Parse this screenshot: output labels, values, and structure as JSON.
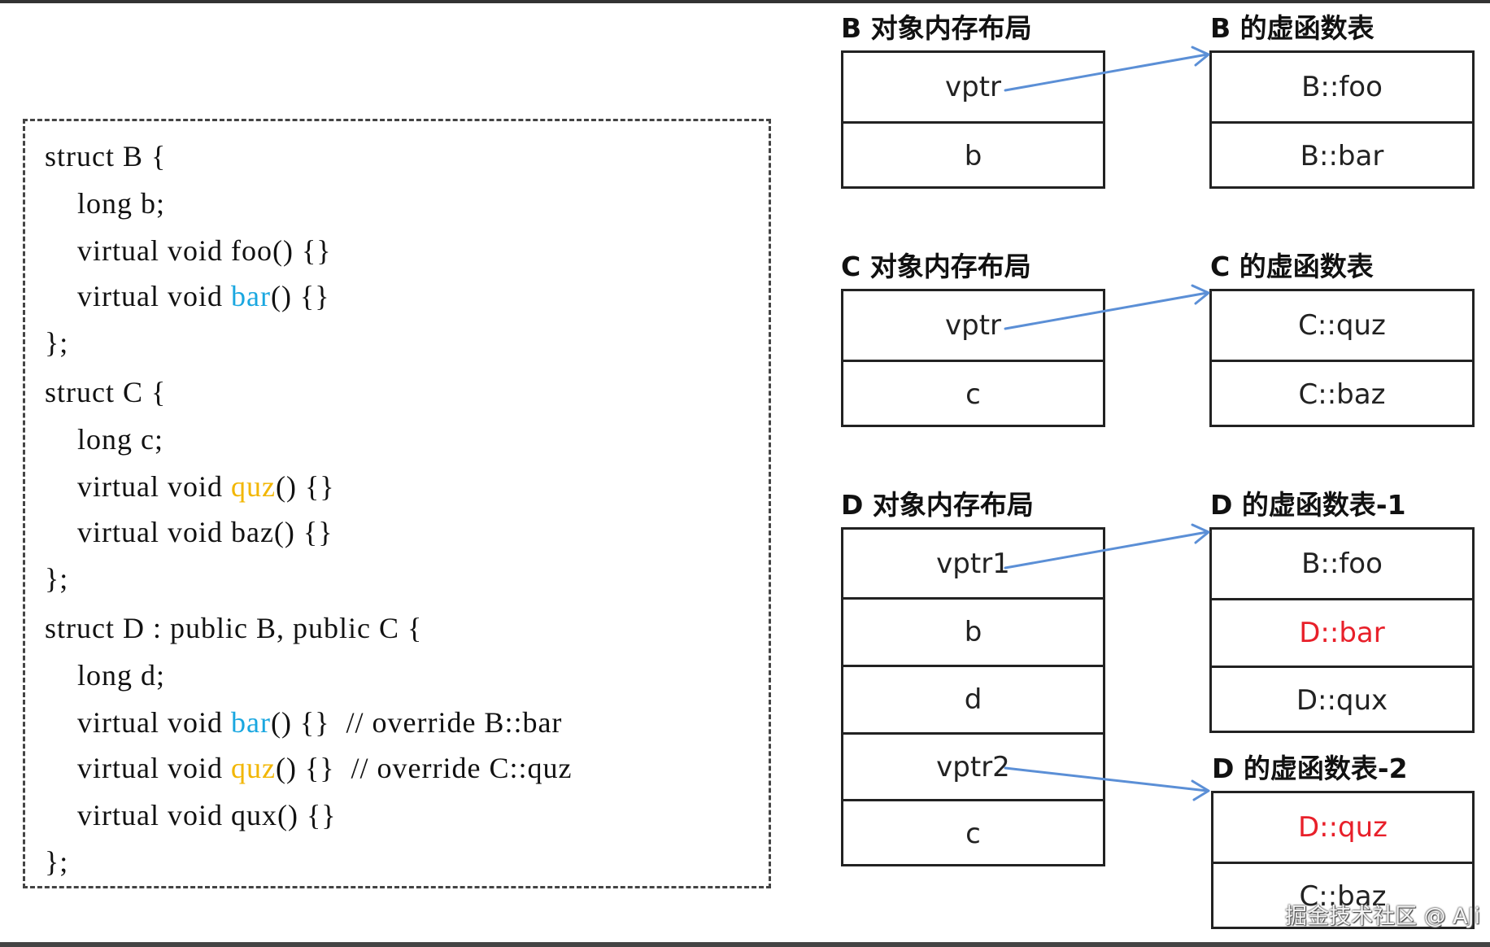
{
  "code": {
    "lines": [
      {
        "text": "struct B {"
      },
      {
        "text": "    long b;"
      },
      {
        "text": "    virtual void foo() {}"
      },
      {
        "pre": "    virtual void ",
        "hl": "bar",
        "post": "() {}",
        "color": "#1aa7e0"
      },
      {
        "text": "};"
      },
      {
        "text": "struct C {"
      },
      {
        "text": "    long c;"
      },
      {
        "pre": "    virtual void ",
        "hl": "quz",
        "post": "() {}",
        "color": "#f2b600"
      },
      {
        "text": "    virtual void baz() {}"
      },
      {
        "text": "};"
      },
      {
        "text": "struct D : public B, public C {"
      },
      {
        "text": "    long d;"
      },
      {
        "pre": "    virtual void ",
        "hl": "bar",
        "post": "() {}  // override B::bar",
        "color": "#1aa7e0"
      },
      {
        "pre": "    virtual void ",
        "hl": "quz",
        "post": "() {}  // override C::quz",
        "color": "#f2b600"
      },
      {
        "text": "    virtual void qux() {}"
      },
      {
        "text": "};"
      }
    ]
  },
  "layouts": {
    "b_obj_title": "B 对象内存布局",
    "b_vtbl_title": "B 的虚函数表",
    "c_obj_title": "C 对象内存布局",
    "c_vtbl_title": "C 的虚函数表",
    "d_obj_title": "D 对象内存布局",
    "d_vtbl1_title": "D 的虚函数表-1",
    "d_vtbl2_title": "D 的虚函数表-2",
    "b_obj_cells": [
      "vptr",
      "b"
    ],
    "b_vtbl_cells": [
      "B::foo",
      "B::bar"
    ],
    "c_obj_cells": [
      "vptr",
      "c"
    ],
    "c_vtbl_cells": [
      "C::quz",
      "C::baz"
    ],
    "d_obj_cells": [
      "vptr1",
      "b",
      "d",
      "vptr2",
      "c"
    ],
    "d_vtbl1_cells": [
      "B::foo",
      "D::bar",
      "D::qux"
    ],
    "d_vtbl2_cells": [
      "D::quz",
      "C::baz"
    ]
  },
  "colors": {
    "override_red": "#e8202a",
    "arrow_blue": "#5b8fd6",
    "bar_blue": "#1aa7e0",
    "quz_yellow": "#f2b600"
  },
  "watermark": "掘金技术社区 @ AJi"
}
